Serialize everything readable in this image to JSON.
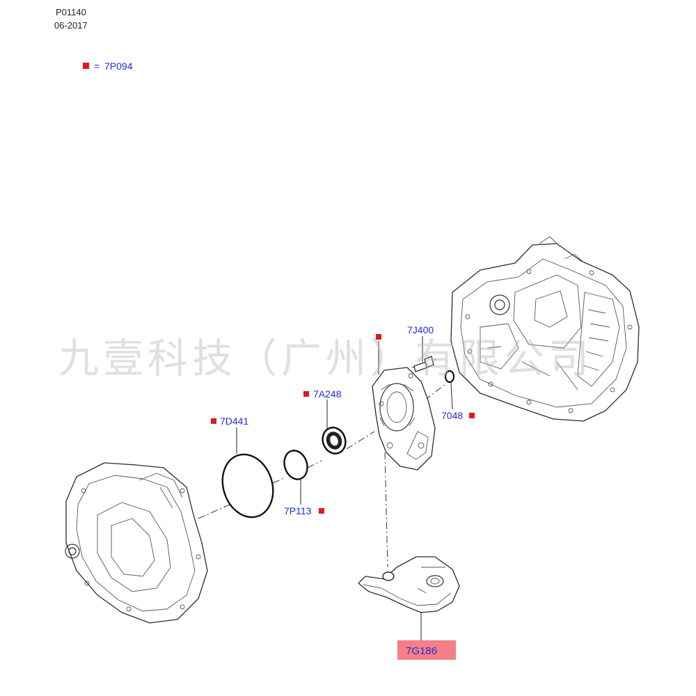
{
  "header": {
    "illustration_no": "P01140",
    "date": "06-2017"
  },
  "legend": {
    "equals": "=",
    "code": "7P094",
    "marker_color": "#e1191b"
  },
  "callouts": [
    {
      "id": "7J400",
      "text": "7J400",
      "marked": false
    },
    {
      "id": "7A248",
      "text": "7A248",
      "marked": true
    },
    {
      "id": "7D441",
      "text": "7D441",
      "marked": true
    },
    {
      "id": "7048",
      "text": "7048",
      "marked": true
    },
    {
      "id": "7P113",
      "text": "7P113",
      "marked": true
    },
    {
      "id": "7G186",
      "text": "7G186",
      "marked": false,
      "highlight": true
    }
  ],
  "colors": {
    "callout_text": "#1f2bd6",
    "highlight_box": "#f47f87",
    "line_art": "#333333"
  },
  "watermark": {
    "text": "九壹科技（广州）有限公司"
  }
}
